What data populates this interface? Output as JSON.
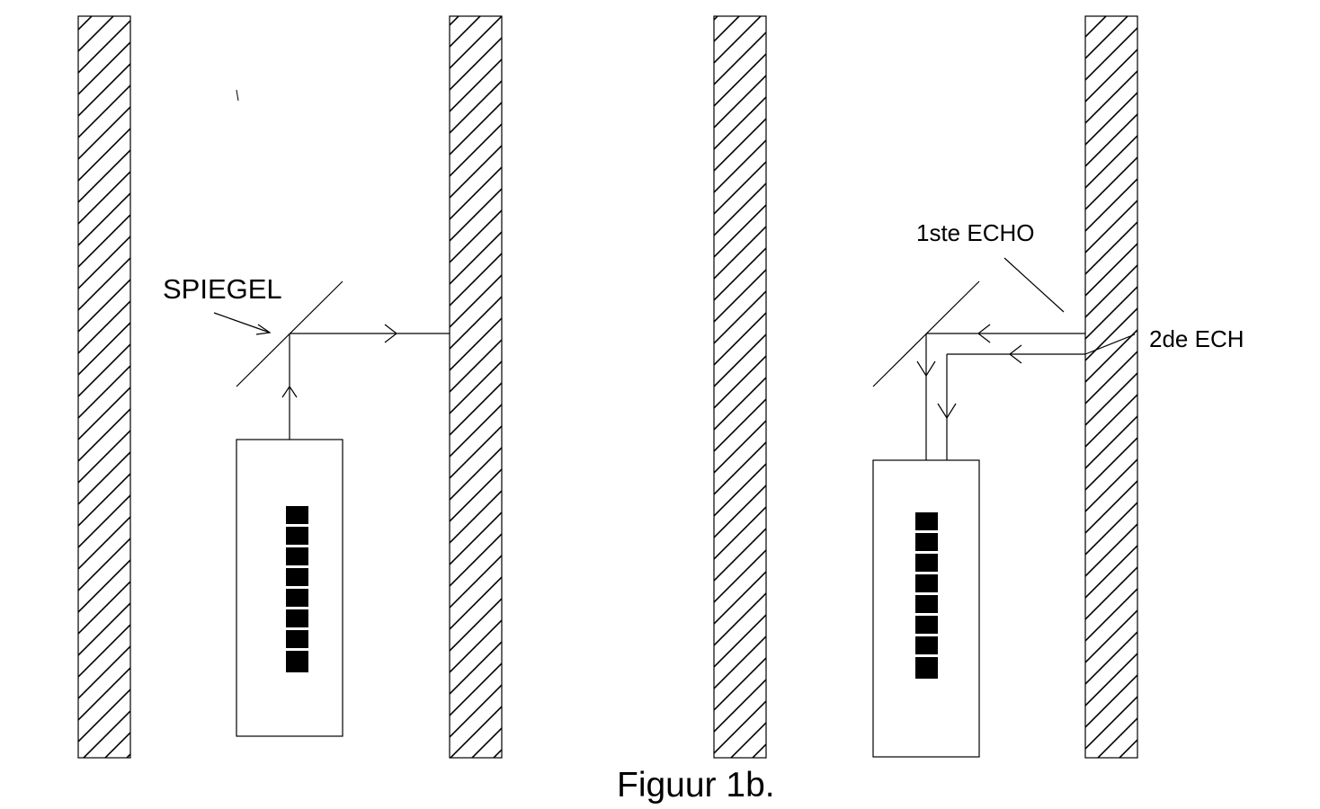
{
  "labels": {
    "mirror": "SPIEGEL",
    "first_echo": "1ste ECHO",
    "second_echo": "2de ECH",
    "caption": "Figuur 1b."
  },
  "colors": {
    "ink": "#000000",
    "background": "#ffffff"
  }
}
